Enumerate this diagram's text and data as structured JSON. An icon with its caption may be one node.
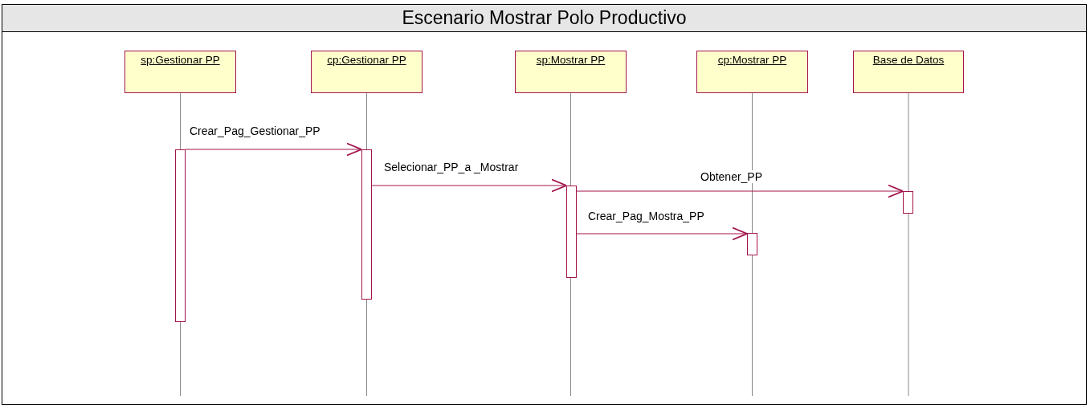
{
  "diagram": {
    "title": "Escenario Mostrar Polo Productivo",
    "nodes": [
      {
        "text": [
          "sp:Gestionar PP"
        ]
      },
      {
        "text": [
          "cp:Gestionar PP"
        ]
      },
      {
        "text": [
          "sp:Mostrar PP"
        ]
      },
      {
        "text": [
          "cp:Mostrar PP"
        ]
      },
      {
        "text": [
          "Base de Datos"
        ]
      },
      {
        "text": [],
        "shape": "bar"
      },
      {
        "text": [],
        "shape": "bar"
      },
      {
        "text": [],
        "shape": "bar"
      },
      {
        "text": [],
        "shape": "bar"
      },
      {
        "text": [],
        "shape": "bar"
      }
    ],
    "edges": [
      {
        "from": 5,
        "to": 6,
        "arrow": "to",
        "label": "Crear_Pag_Gestionar_PP"
      },
      {
        "from": 6,
        "to": 7,
        "arrow": "to",
        "label": "Selecionar_PP_a _Mostrar"
      },
      {
        "from": 7,
        "to": 9,
        "arrow": "to",
        "label": "Obtener_PP"
      },
      {
        "from": 7,
        "to": 8,
        "arrow": "to",
        "label": "Crear_Pag_Mostra_PP"
      }
    ]
  }
}
